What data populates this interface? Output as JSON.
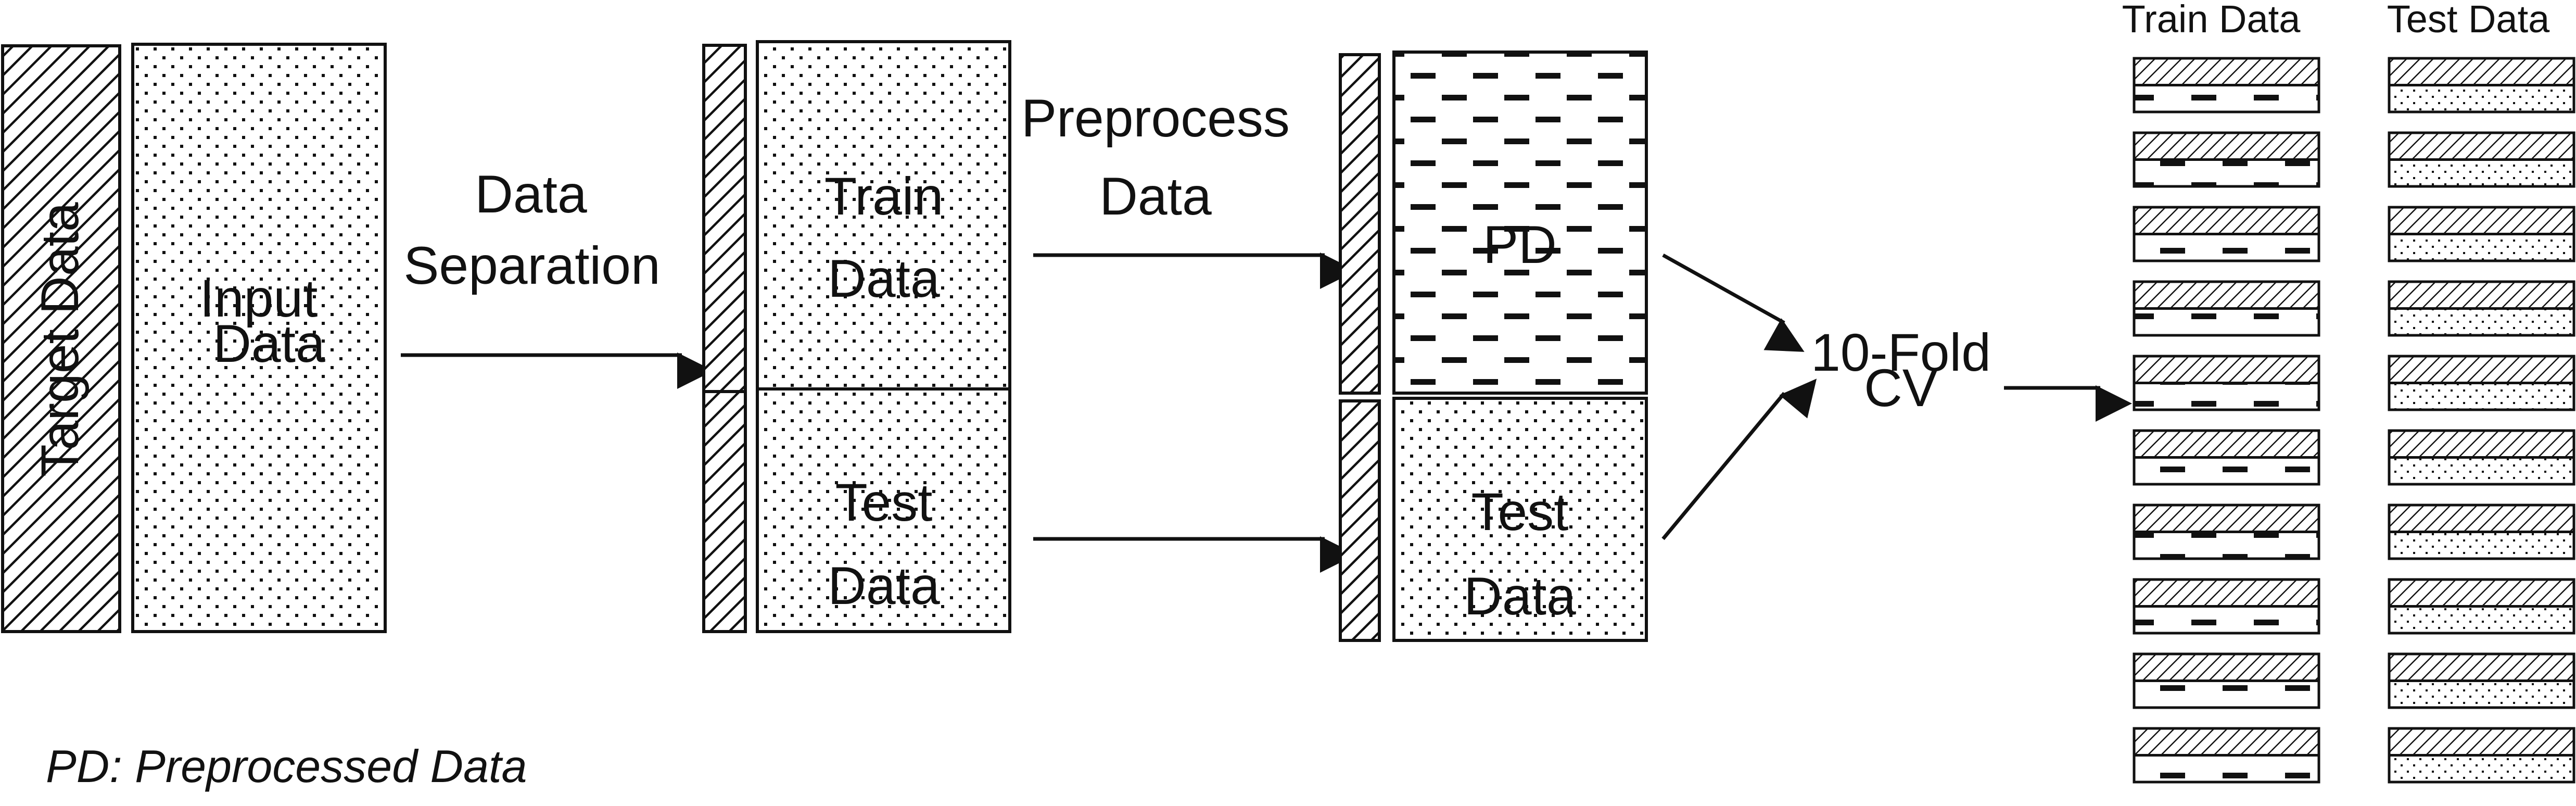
{
  "labels": {
    "target_data": "Target Data",
    "input_data_line1": "Input",
    "input_data_line2": "Data",
    "data_separation_line1": "Data",
    "data_separation_line2": "Separation",
    "train_data_line1": "Train",
    "train_data_line2": "Data",
    "test_data_line1": "Test",
    "test_data_line2": "Data",
    "preprocess_line1": "Preprocess",
    "preprocess_line2": "Data",
    "pd": "PD",
    "test_data2_line1": "Test",
    "test_data2_line2": "Data",
    "cv_line1": "10-Fold",
    "cv_line2": "CV",
    "folds_train_header": "Train Data",
    "folds_test_header": "Test Data",
    "legend": "PD: Preprocessed Data"
  },
  "folds": {
    "count": 10
  }
}
